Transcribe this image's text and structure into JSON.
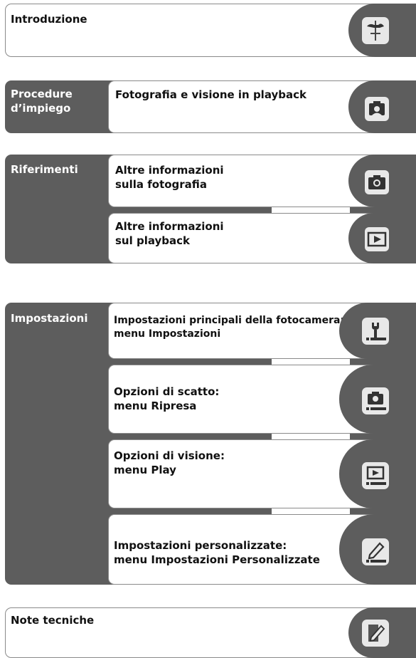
{
  "sections": {
    "introduzione": {
      "title": "Introduzione",
      "icon": "weathervane-icon"
    },
    "procedure": {
      "label": "Procedure\nd’impiego",
      "items": [
        {
          "title": "Fotografia e visione in playback",
          "icon": "camera-portrait-icon"
        }
      ]
    },
    "riferimenti": {
      "label": "Riferimenti",
      "items": [
        {
          "title": "Altre informazioni\nsulla fotografia",
          "icon": "camera-icon"
        },
        {
          "title": "Altre informazioni\nsul playback",
          "icon": "playback-icon"
        }
      ]
    },
    "impostazioni": {
      "label": "Impostazioni",
      "items": [
        {
          "title": "Impostazioni principali della fotocamera:\n   menu Impostazioni",
          "icon": "wrench-menu-icon"
        },
        {
          "title": "Opzioni di scatto:\n   menu Ripresa",
          "icon": "camera-menu-icon"
        },
        {
          "title": "Opzioni di visione:\n   menu Play",
          "icon": "playback-menu-icon"
        },
        {
          "title": "Impostazioni personalizzate:\n   menu Impostazioni Personalizzate",
          "icon": "pencil-menu-icon"
        }
      ]
    },
    "note": {
      "title": "Note tecniche",
      "icon": "notes-icon"
    }
  }
}
